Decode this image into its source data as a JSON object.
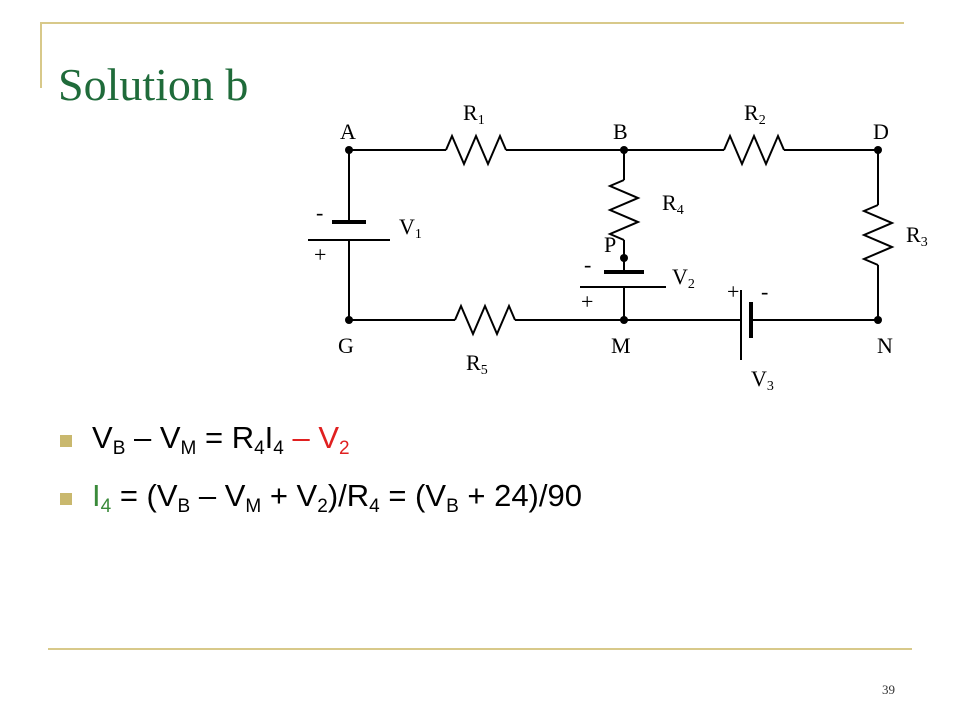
{
  "slide": {
    "title": "Solution b",
    "page_number": "39"
  },
  "circuit": {
    "nodes": {
      "A": "A",
      "B": "B",
      "D": "D",
      "G": "G",
      "M": "M",
      "N": "N",
      "P": "P"
    },
    "resistors": {
      "R1": "R",
      "R1_sub": "1",
      "R2": "R",
      "R2_sub": "2",
      "R3": "R",
      "R3_sub": "3",
      "R4": "R",
      "R4_sub": "4",
      "R5": "R",
      "R5_sub": "5"
    },
    "sources": {
      "V1": "V",
      "V1_sub": "1",
      "V2": "V",
      "V2_sub": "2",
      "V3": "V",
      "V3_sub": "3"
    },
    "polarity": {
      "minus": "-",
      "plus": "+"
    }
  },
  "equations": [
    {
      "parts": [
        {
          "t": "V",
          "s": "B"
        },
        {
          "t": " – V",
          "s": "M"
        },
        {
          "t": " = R",
          "s": "4"
        },
        {
          "t": "I",
          "s": "4"
        },
        {
          "t": " – V",
          "s": "2",
          "red": true
        }
      ]
    },
    {
      "parts": [
        {
          "t": "I",
          "s": "4",
          "green": true
        },
        {
          "t": " = (V",
          "s": "B"
        },
        {
          "t": " – V",
          "s": "M"
        },
        {
          "t": " + V",
          "s": "2"
        },
        {
          "t": ")/R",
          "s": "4"
        },
        {
          "t": " = (V",
          "s": "B"
        },
        {
          "t": " + 24)/90"
        }
      ]
    }
  ]
}
